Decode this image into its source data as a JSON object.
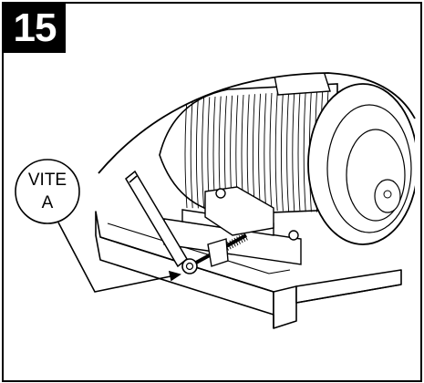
{
  "figure": {
    "step_number": "15",
    "callout": {
      "line1": "VITE",
      "line2": "A"
    }
  },
  "colors": {
    "ink": "#000000",
    "paper": "#ffffff",
    "badge_bg": "#000000",
    "badge_text": "#ffffff"
  },
  "illustration": {
    "subject": "motor-mount-adjustment-screw"
  }
}
